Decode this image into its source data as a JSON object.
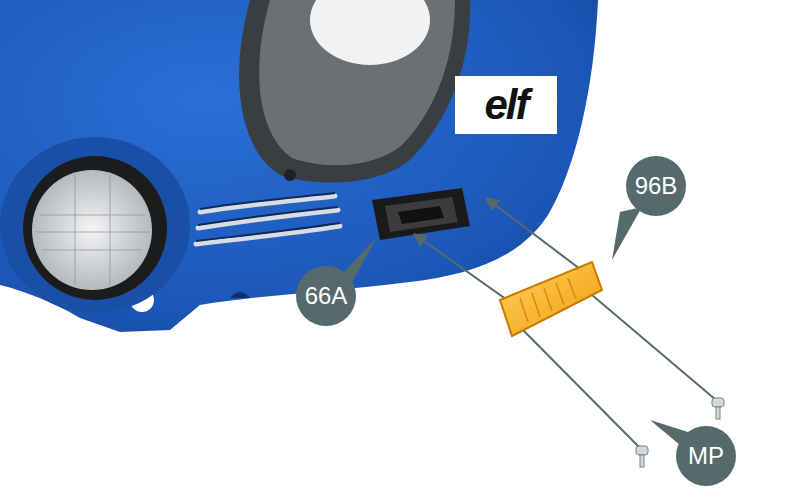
{
  "diagram": {
    "labels": [
      "elf",
      "66A",
      "96B",
      "MP"
    ]
  }
}
